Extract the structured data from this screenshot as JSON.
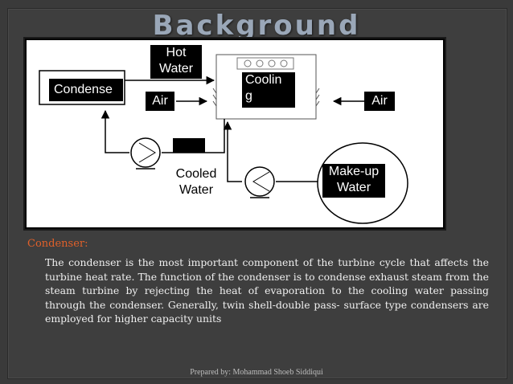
{
  "slide": {
    "title": "Background",
    "footer": "Prepared by: Mohammad Shoeb Siddiqui"
  },
  "diagram": {
    "condenser_label": "Condense",
    "hot_water_label": "Hot\nWater",
    "air_left_label": "Air",
    "cooling_label": "Coolin\ng",
    "air_right_label": "Air",
    "cooled_water_label": "Cooled\nWater",
    "makeup_water_label": "Make-up\nWater"
  },
  "content": {
    "heading": "Condenser:",
    "paragraph": "The condenser is the most important component of the turbine cycle that affects the turbine heat rate. The function of the condenser is to condense exhaust steam from the steam turbine by rejecting the heat of evaporation to the cooling water passing through the condenser. Generally, twin shell-double pass- surface type condensers are employed for higher capacity units"
  }
}
